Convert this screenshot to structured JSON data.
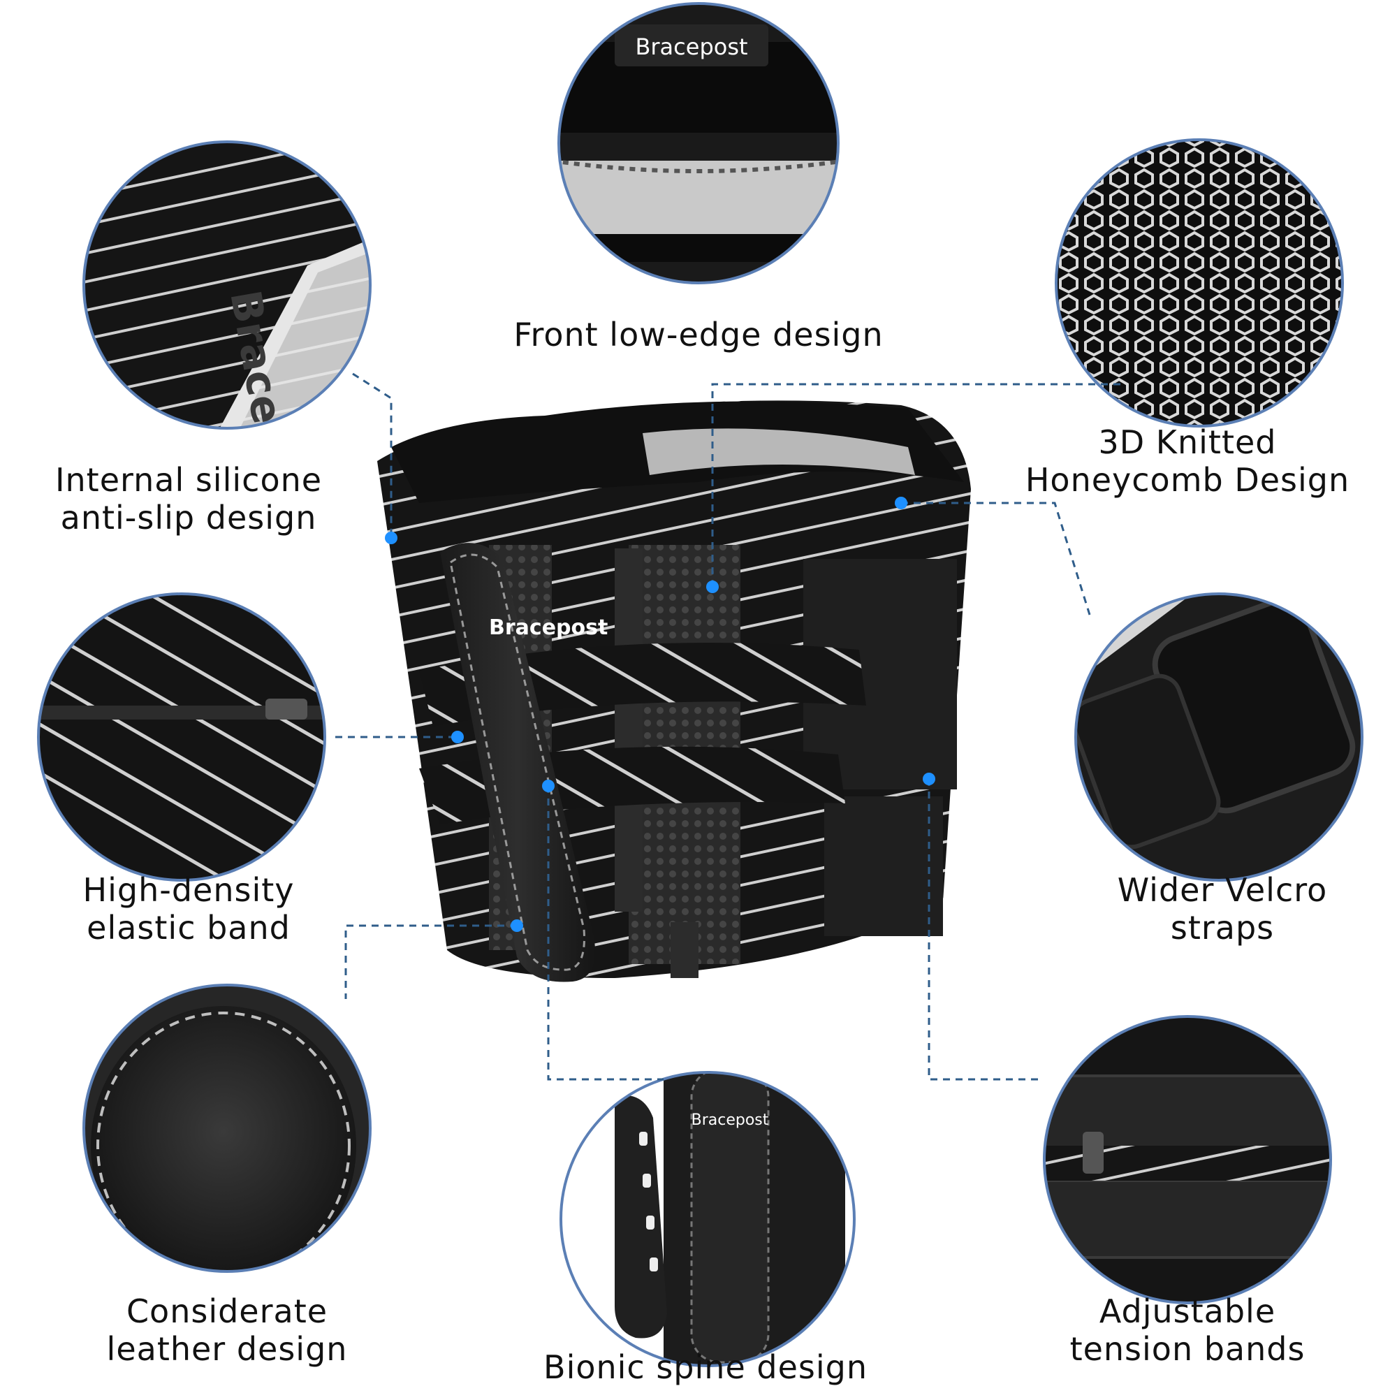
{
  "brand": {
    "logo_text": "Bracepost"
  },
  "features": [
    {
      "id": "front-low-edge",
      "lines": [
        "Front low-edge design"
      ]
    },
    {
      "id": "internal-silicone",
      "lines": [
        "Internal silicone",
        "anti-slip design"
      ]
    },
    {
      "id": "honeycomb",
      "lines": [
        "3D Knitted",
        "Honeycomb Design"
      ]
    },
    {
      "id": "elastic-band",
      "lines": [
        "High-density",
        "elastic band"
      ]
    },
    {
      "id": "velcro",
      "lines": [
        "Wider Velcro",
        "straps"
      ]
    },
    {
      "id": "leather",
      "lines": [
        "Considerate",
        "leather design"
      ]
    },
    {
      "id": "spine",
      "lines": [
        "Bionic spine design"
      ]
    },
    {
      "id": "tension",
      "lines": [
        "Adjustable",
        "tension bands"
      ]
    }
  ],
  "colors": {
    "ring": "#5b7fb5",
    "leader": "#2f5d8a",
    "dot": "#1e90ff",
    "product": "#1a1a1a",
    "stripe": "#d8d8d8"
  }
}
